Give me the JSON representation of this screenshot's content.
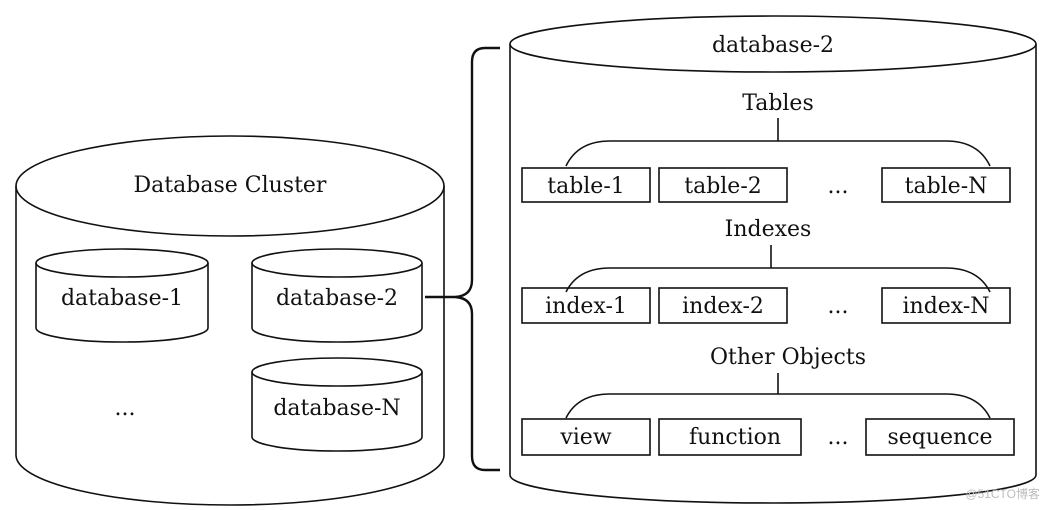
{
  "cluster": {
    "title": "Database Cluster",
    "databases": [
      "database-1",
      "database-2",
      "database-N"
    ],
    "ellipsis": "..."
  },
  "detail": {
    "title": "database-2",
    "groups": [
      {
        "heading": "Tables",
        "items": [
          "table-1",
          "table-2",
          "table-N"
        ]
      },
      {
        "heading": "Indexes",
        "items": [
          "index-1",
          "index-2",
          "index-N"
        ]
      },
      {
        "heading": "Other Objects",
        "items": [
          "view",
          "function",
          "sequence"
        ]
      }
    ],
    "ellipsis": "..."
  },
  "watermark": "@51CTO博客"
}
